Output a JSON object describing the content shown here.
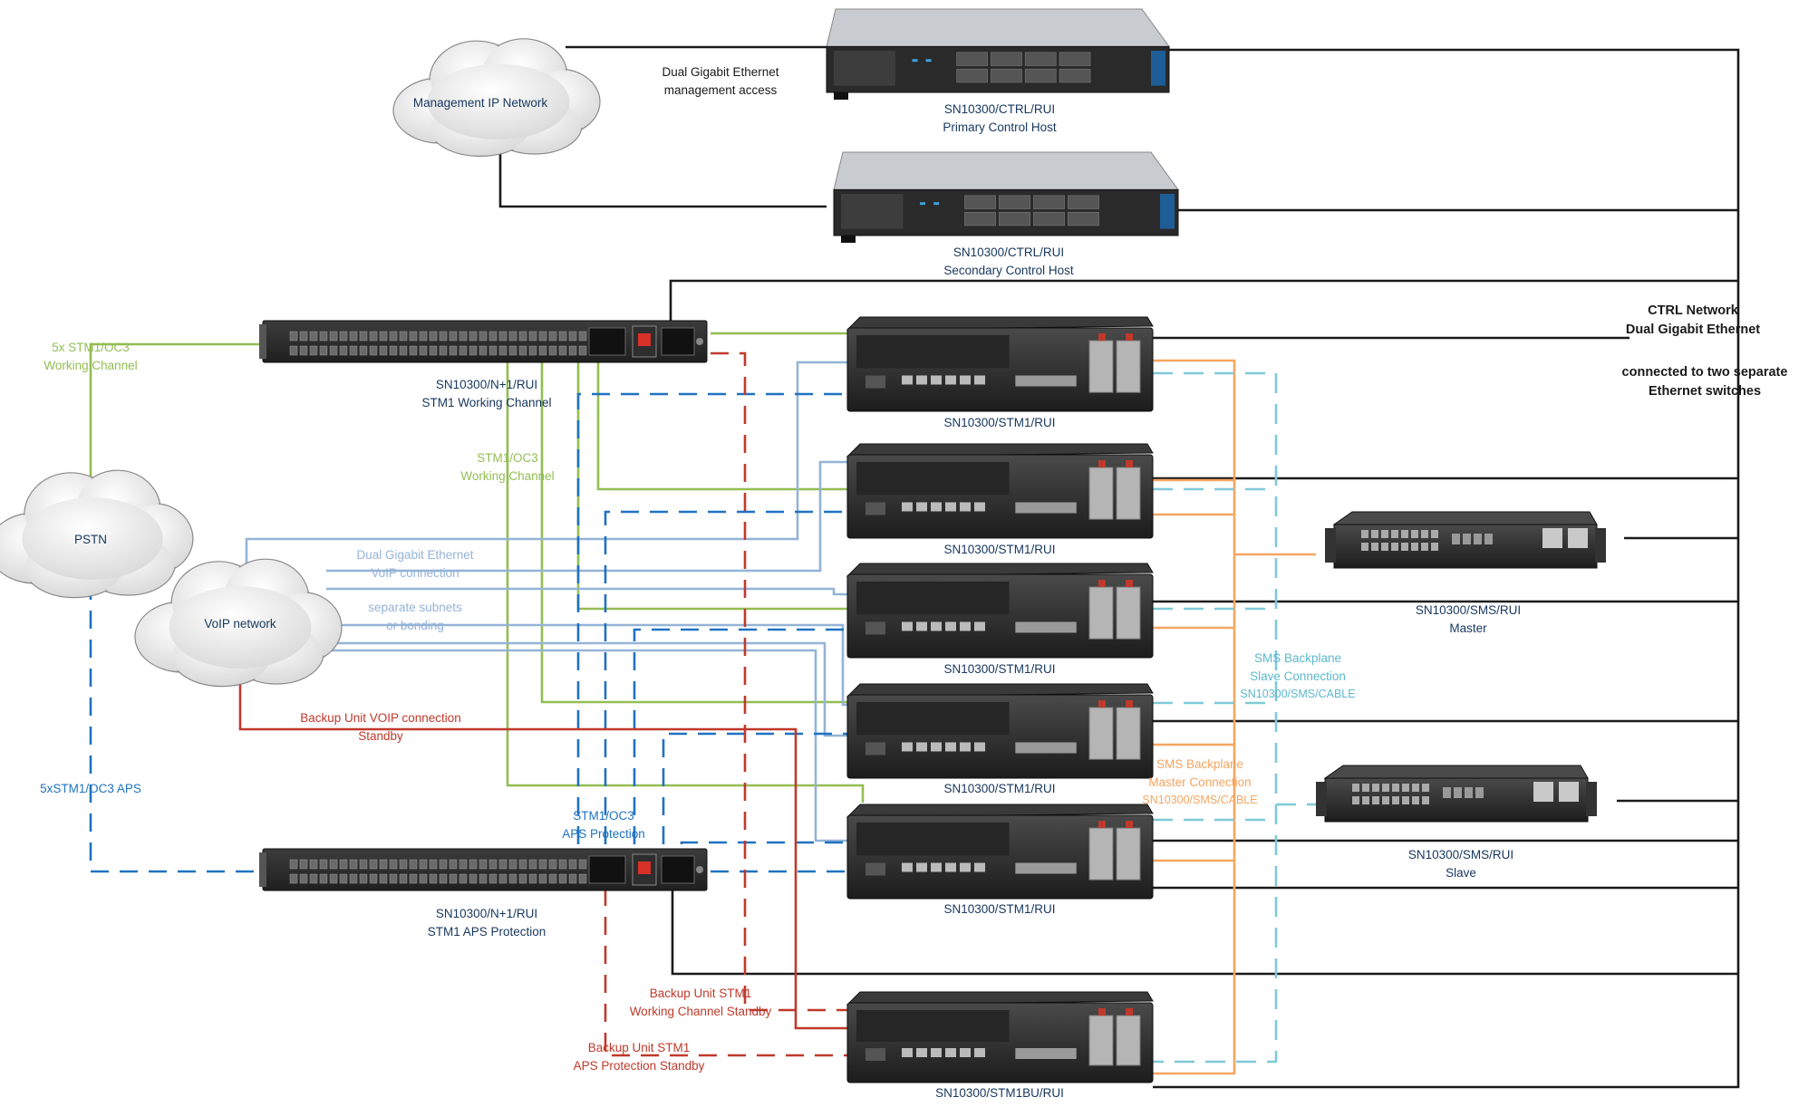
{
  "colors": {
    "black": "#1a1a1a",
    "green": "#93bd52",
    "lightblue": "#95b3d7",
    "blue": "#1f72c1",
    "red": "#c0392b",
    "orange": "#f5a561",
    "cyan": "#7fc9d8",
    "navy": "#17375e",
    "grey": "#8a9bb0"
  },
  "devices": {
    "ctrl_primary": {
      "name": "SN10300/CTRL/RUI",
      "role": "Primary Control Host"
    },
    "ctrl_secondary": {
      "name": "SN10300/CTRL/RUI",
      "role": "Secondary Control Host"
    },
    "np1_working": {
      "name": "SN10300/N+1/RUI",
      "role": "STM1 Working Channel"
    },
    "np1_aps": {
      "name": "SN10300/N+1/RUI",
      "role": "STM1 APS Protection"
    },
    "stm1_units": [
      "SN10300/STM1/RUI",
      "SN10300/STM1/RUI",
      "SN10300/STM1/RUI",
      "SN10300/STM1/RUI",
      "SN10300/STM1/RUI"
    ],
    "stm1_bu": "SN10300/STM1BU/RUI",
    "sms_master": {
      "name": "SN10300/SMS/RUI",
      "role": "Master"
    },
    "sms_slave": {
      "name": "SN10300/SMS/RUI",
      "role": "Slave"
    }
  },
  "clouds": {
    "mgmt": "Management IP Network",
    "pstn": "PSTN",
    "voip": "VoIP network"
  },
  "labels": {
    "mgmt_access": [
      "Dual Gigabit Ethernet",
      "management access"
    ],
    "ctrl_network": [
      "CTRL Network",
      "Dual Gigabit Ethernet"
    ],
    "ctrl_switches": [
      "connected to two separate",
      "Ethernet switches"
    ],
    "stm1_working_5x": [
      "5x STM1/OC3",
      "Working Channel"
    ],
    "stm1_working": [
      "STM1/OC3",
      "Working Channel"
    ],
    "voip_conn": [
      "Dual Gigabit Ethernet",
      "VoIP connection"
    ],
    "voip_subnets": [
      "separate subnets",
      "or bonding"
    ],
    "backup_voip": [
      "Backup Unit VOIP connection",
      "Standby"
    ],
    "aps_5x": "5xSTM1/OC3 APS",
    "aps_protection": [
      "STM1/OC3",
      "APS Protection"
    ],
    "backup_working": [
      "Backup Unit STM1",
      "Working Channel Standby"
    ],
    "backup_aps": [
      "Backup Unit STM1",
      "APS Protection Standby"
    ],
    "sms_slave_conn": [
      "SMS Backplane",
      "Slave Connection",
      "SN10300/SMS/CABLE"
    ],
    "sms_master_conn": [
      "SMS Backplane",
      "Master Connection",
      "SN10300/SMS/CABLE"
    ]
  }
}
